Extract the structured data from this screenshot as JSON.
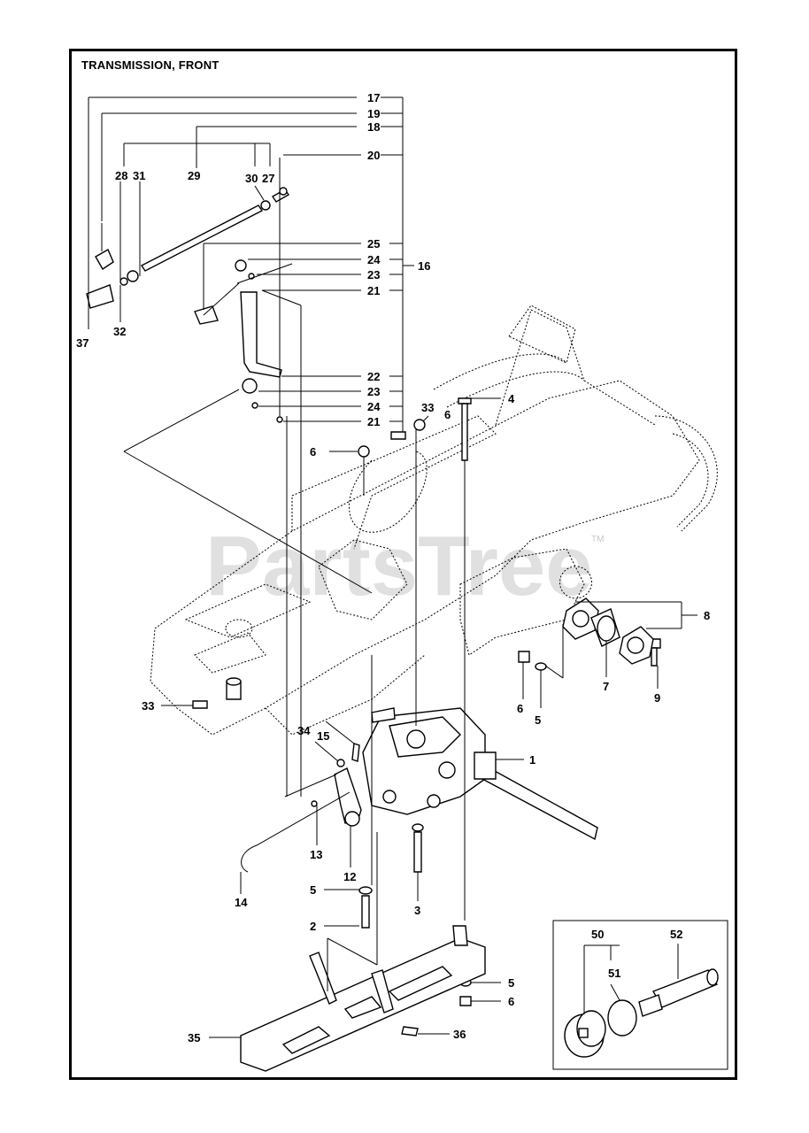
{
  "title": "TRANSMISSION, FRONT",
  "watermark": "PartsTree",
  "watermark_tm": "TM",
  "callouts": {
    "c1": "1",
    "c2": "2",
    "c3": "3",
    "c4": "4",
    "c5a": "5",
    "c5b": "5",
    "c5c": "5",
    "c6a": "6",
    "c6b": "6",
    "c6c": "6",
    "c6d": "6",
    "c7": "7",
    "c8": "8",
    "c9": "9",
    "c12": "12",
    "c13": "13",
    "c14": "14",
    "c15": "15",
    "c16": "16",
    "c17": "17",
    "c18": "18",
    "c19": "19",
    "c20": "20",
    "c21a": "21",
    "c21b": "21",
    "c22": "22",
    "c23a": "23",
    "c23b": "23",
    "c24a": "24",
    "c24b": "24",
    "c25": "25",
    "c27": "27",
    "c28": "28",
    "c29": "29",
    "c30": "30",
    "c31": "31",
    "c32": "32",
    "c33a": "33",
    "c33b": "33",
    "c34": "34",
    "c35": "35",
    "c36": "36",
    "c37": "37",
    "c50": "50",
    "c51": "51",
    "c52": "52"
  }
}
